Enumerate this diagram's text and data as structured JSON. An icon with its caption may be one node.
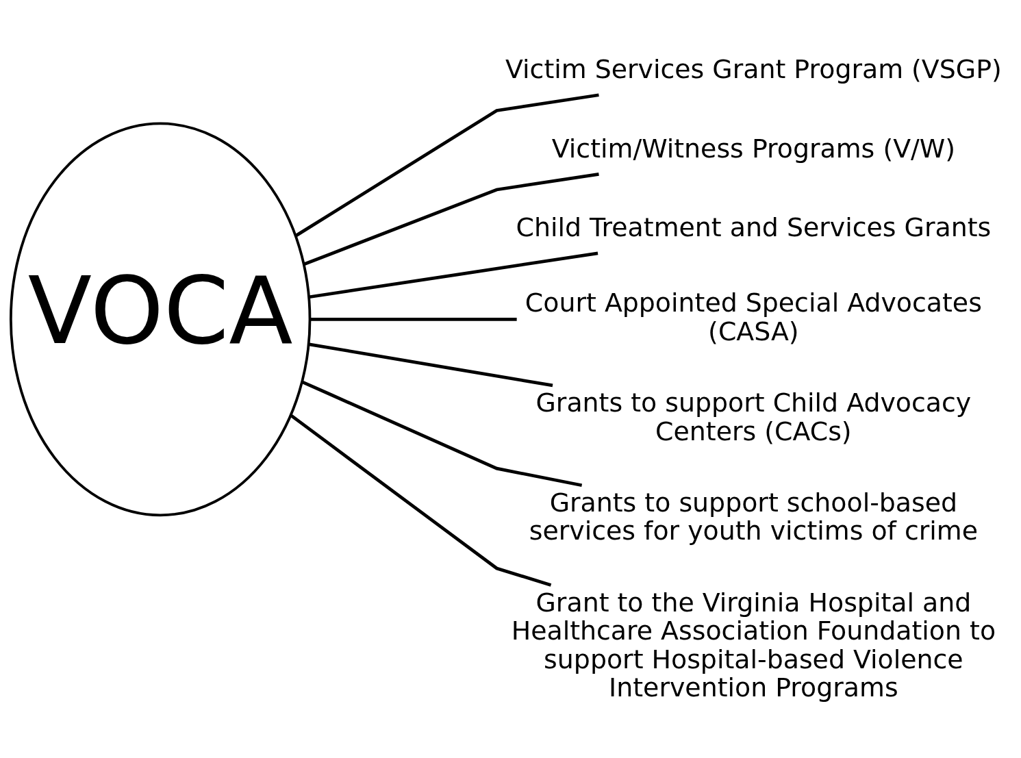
{
  "diagram": {
    "nodes": [
      {
        "text": [
          "VOCA"
        ]
      },
      {
        "text": [
          "Victim Services Grant Program (VSGP)"
        ]
      },
      {
        "text": [
          "Victim/Witness Programs (V/W)"
        ]
      },
      {
        "text": [
          "Child Treatment and Services Grants"
        ]
      },
      {
        "text": [
          "Court Appointed Special Advocates (CASA)"
        ]
      },
      {
        "text": [
          "Grants to support Child Advocacy Centers (CACs)"
        ]
      },
      {
        "text": [
          "Grants to support school-based services for youth victims of crime"
        ]
      },
      {
        "text": [
          "Grant to the Virginia Hospital and Healthcare Association Foundation to support Hospital-based Violence Intervention Programs"
        ]
      }
    ],
    "edges": [
      {
        "from": 0,
        "to": 1,
        "arrow": "none"
      },
      {
        "from": 0,
        "to": 2,
        "arrow": "none"
      },
      {
        "from": 0,
        "to": 3,
        "arrow": "none"
      },
      {
        "from": 0,
        "to": 4,
        "arrow": "none"
      },
      {
        "from": 0,
        "to": 5,
        "arrow": "none"
      },
      {
        "from": 0,
        "to": 6,
        "arrow": "none"
      },
      {
        "from": 0,
        "to": 7,
        "arrow": "none"
      }
    ]
  }
}
